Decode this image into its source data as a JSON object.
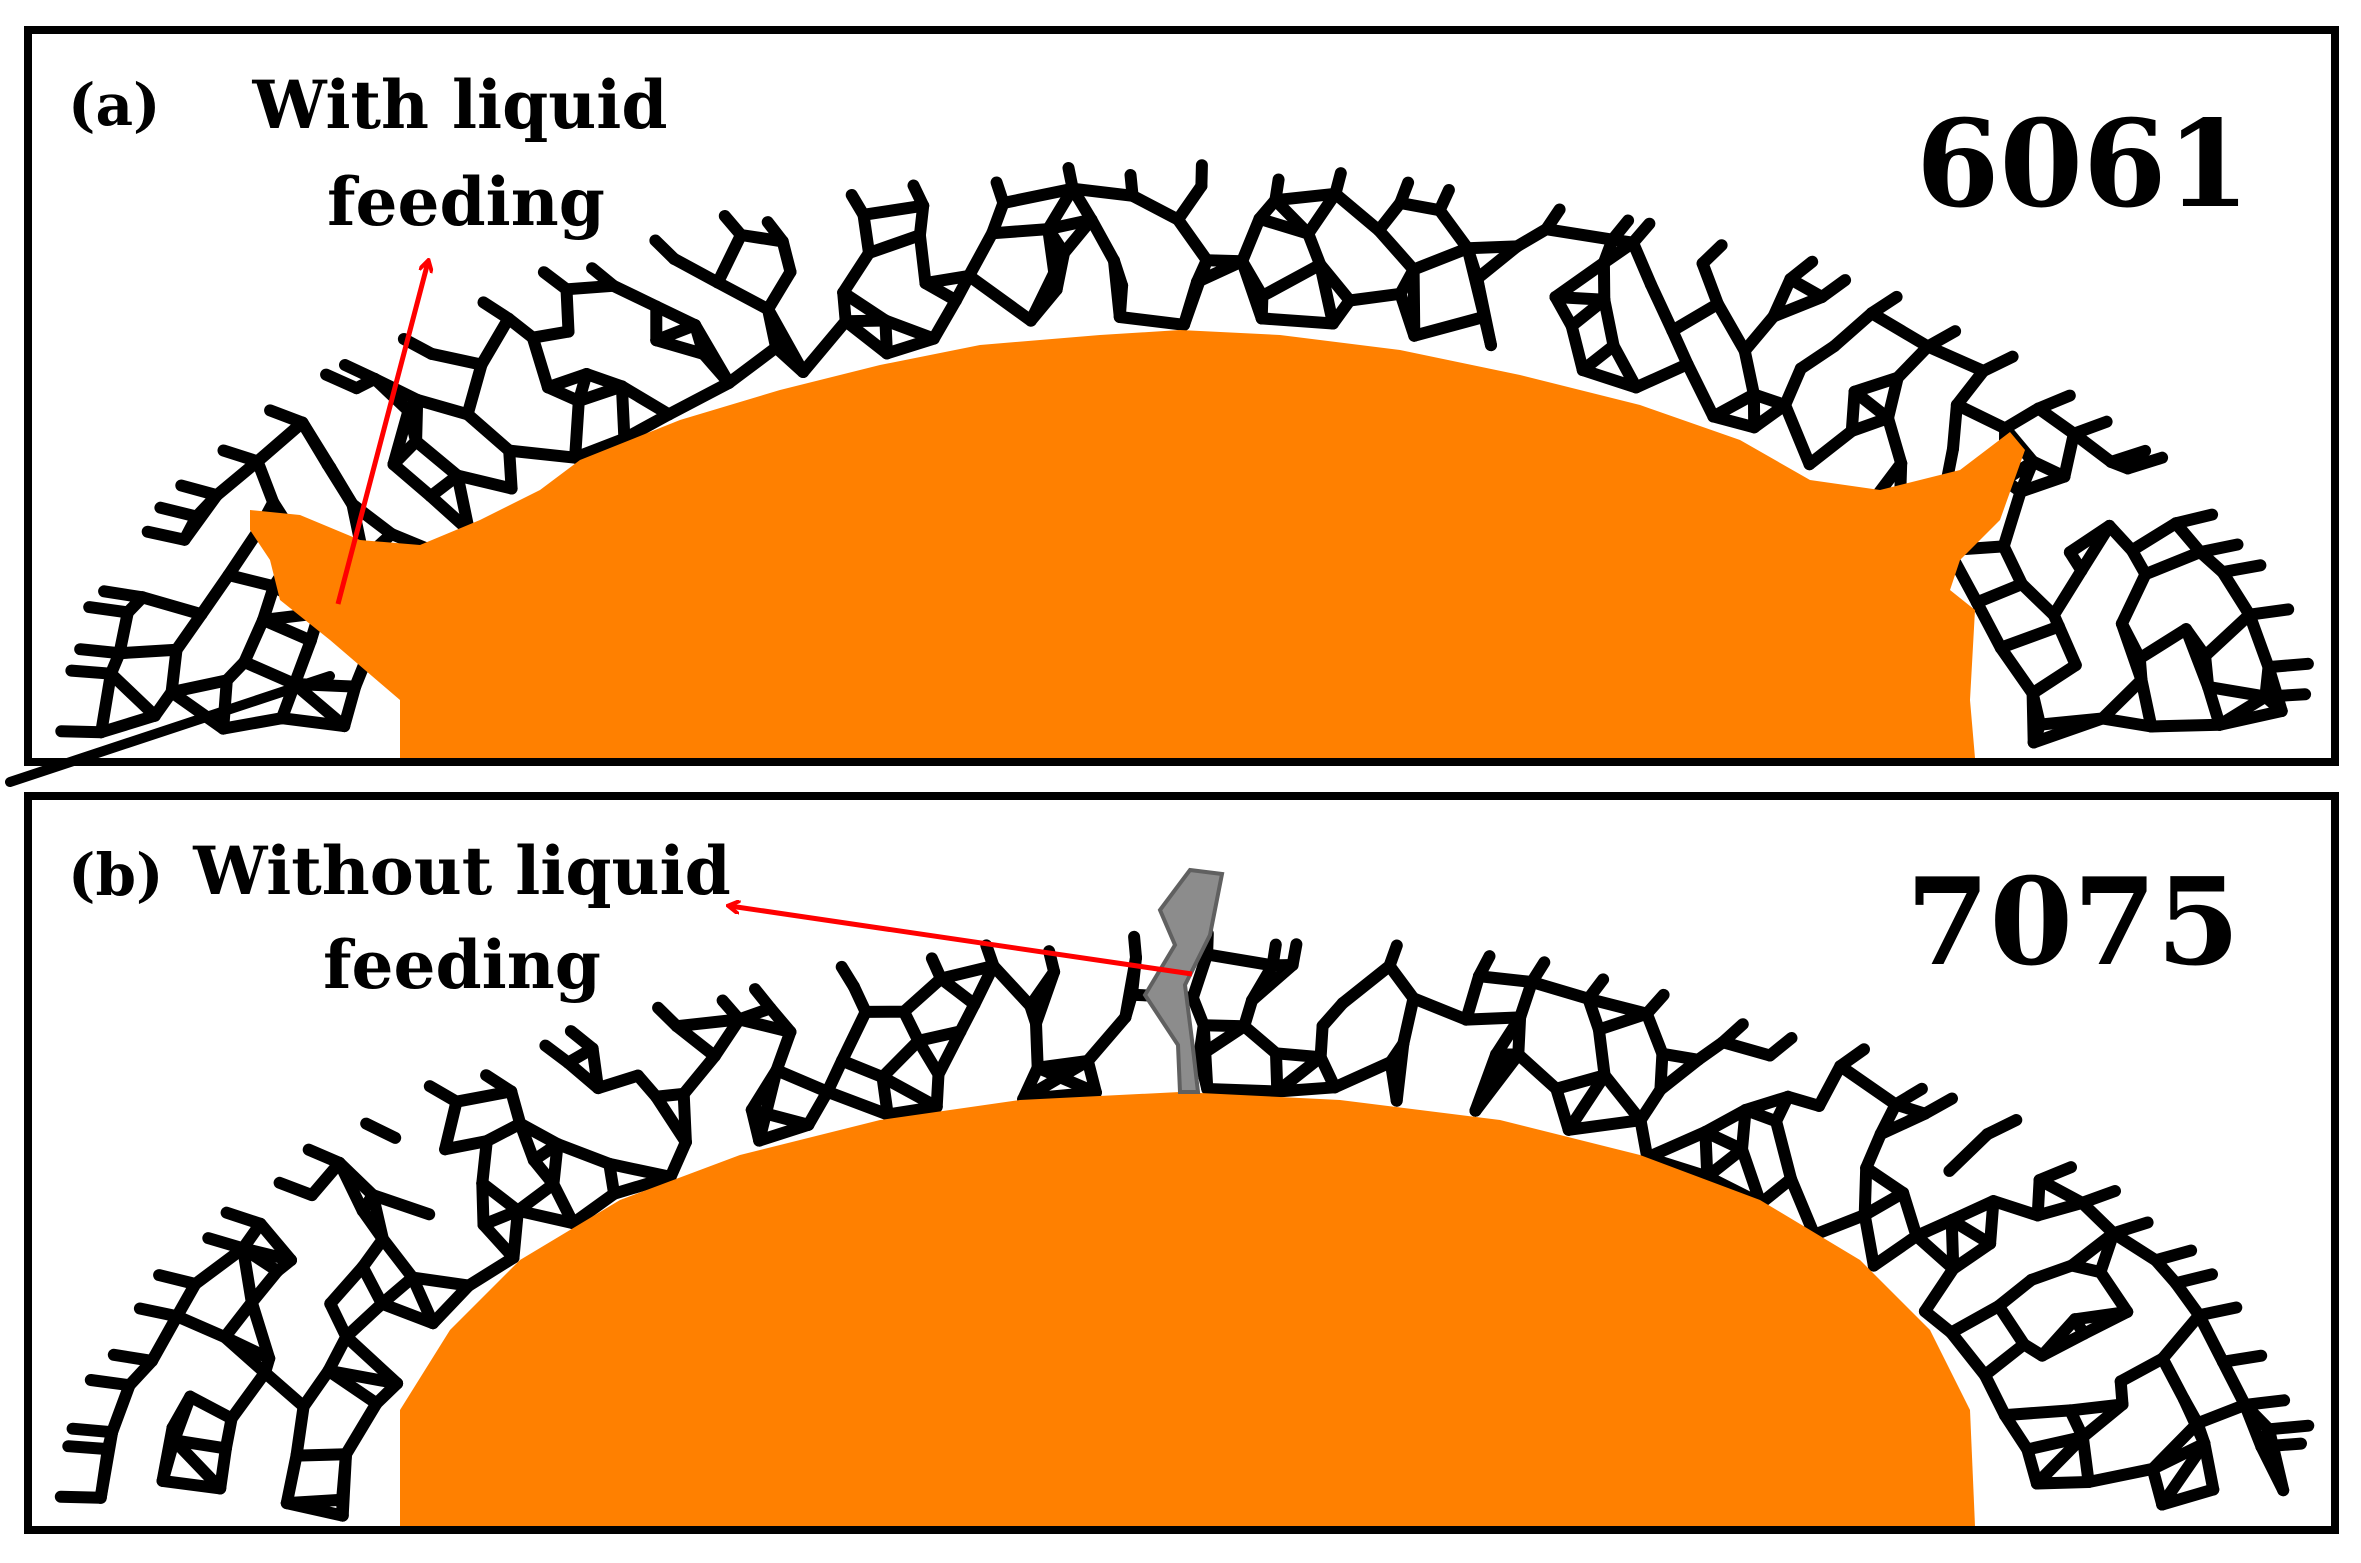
{
  "panels": [
    {
      "label": "(a)",
      "caption_line1": "With liquid",
      "caption_line2": "feeding",
      "alloy": "6061",
      "feeding": true
    },
    {
      "label": "(b)",
      "caption_line1": "Without liquid",
      "caption_line2": "feeding",
      "alloy": "7075",
      "feeding": false
    }
  ],
  "colors": {
    "melt_pool": "#FF8000",
    "grain_boundary": "#000000",
    "arrow": "#FF0000",
    "crack": "#8C8C8C",
    "frame": "#000000",
    "background": "#FFFFFF"
  }
}
